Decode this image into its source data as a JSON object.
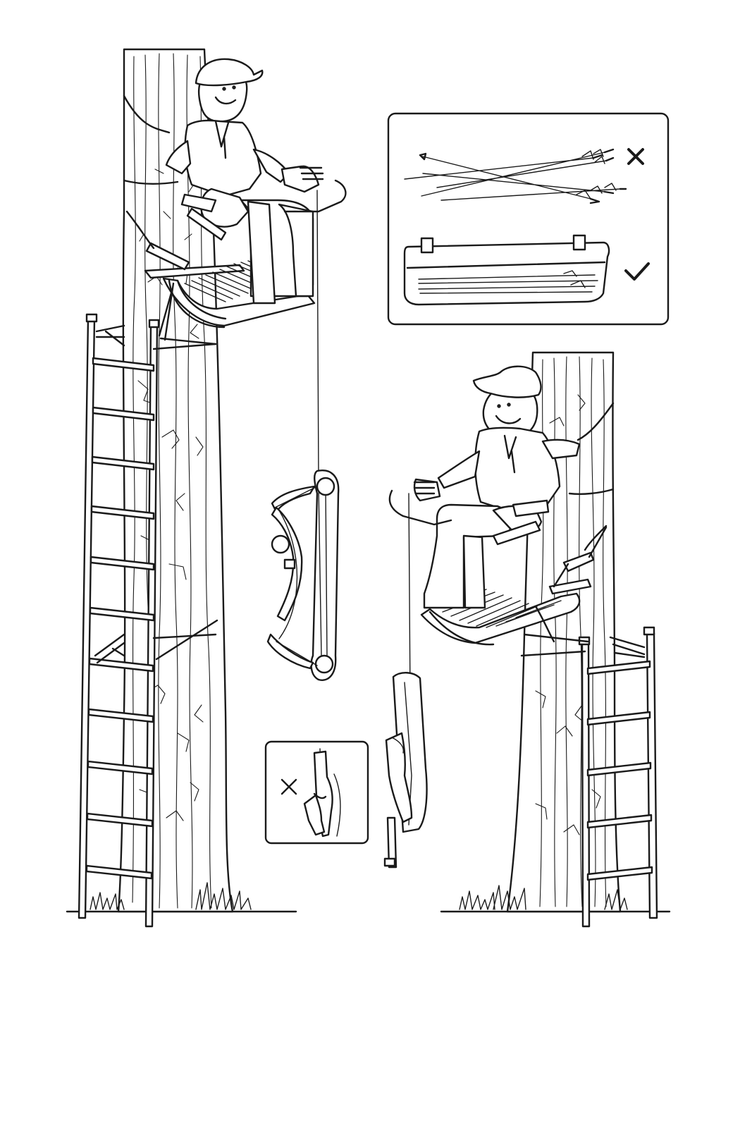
{
  "colors": {
    "ink": "#1a1a1a",
    "background": "#ffffff"
  },
  "icons": {
    "wrong_mark": "x-mark-icon",
    "right_mark": "check-mark-icon"
  },
  "scenes": [
    {
      "name": "hunter-hoisting-bow",
      "gear": "compound-bow"
    },
    {
      "name": "hunter-hoisting-rifle",
      "gear": "rifle-in-sling"
    }
  ],
  "insets": [
    {
      "name": "loose-arrows-vs-case",
      "wrong": "loose-arrows",
      "right": "arrow-case"
    },
    {
      "name": "rifle-hoisted-by-trigger",
      "wrong": "rope-through-trigger-guard"
    }
  ]
}
